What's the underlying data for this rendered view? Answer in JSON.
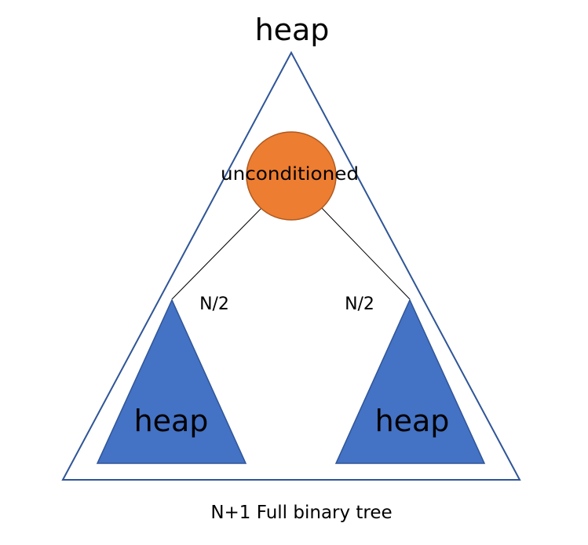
{
  "diagram": {
    "top_label": "heap",
    "root_label": "unconditioned",
    "left_edge_label": "N/2",
    "right_edge_label": "N/2",
    "left_subtree_label": "heap",
    "right_subtree_label": "heap",
    "caption": "N+1 Full binary tree"
  },
  "colors": {
    "outline": "#2F5597",
    "root_fill": "#ED7D31",
    "root_stroke": "#AE5A21",
    "subtree_fill": "#4472C4",
    "subtree_stroke": "#2F5597",
    "edge": "#000000"
  }
}
